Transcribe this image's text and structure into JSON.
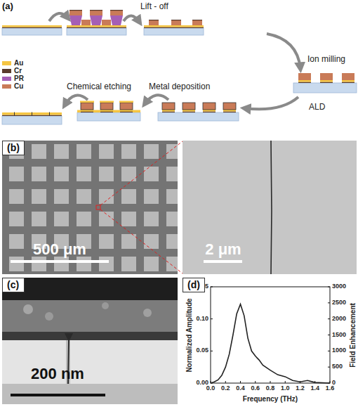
{
  "diagram": {
    "nodes": [
      {
        "text": [
          "(b)"
        ]
      },
      {
        "text": [
          "(c)"
        ]
      },
      {
        "text": [
          "(d)"
        ]
      }
    ],
    "labels": [
      "(a)",
      "Lift - off",
      "Ion milling",
      "ALD",
      "Metal deposition",
      "Chemical etching",
      "500 μm",
      "2 μm",
      "200 nm",
      "Normalized Amplitude",
      "Field Enhancement",
      "Frequency (THz)",
      "0.15",
      "0.10",
      "0.05",
      "0.00",
      "3000",
      "2500",
      "2000",
      "1500",
      "1000",
      "500",
      "0",
      "0.0",
      "0.2",
      "0.4",
      "0.6",
      "0.8",
      "1.0",
      "1.2",
      "1.4",
      "1.6"
    ],
    "legend": [
      {
        "text": "Au",
        "color": "#f5c542"
      },
      {
        "text": "Cr",
        "color": "#5a3b2b"
      },
      {
        "text": "PR",
        "color": "#a55fb5"
      },
      {
        "text": "Cu",
        "color": "#c97b58"
      }
    ]
  }
}
